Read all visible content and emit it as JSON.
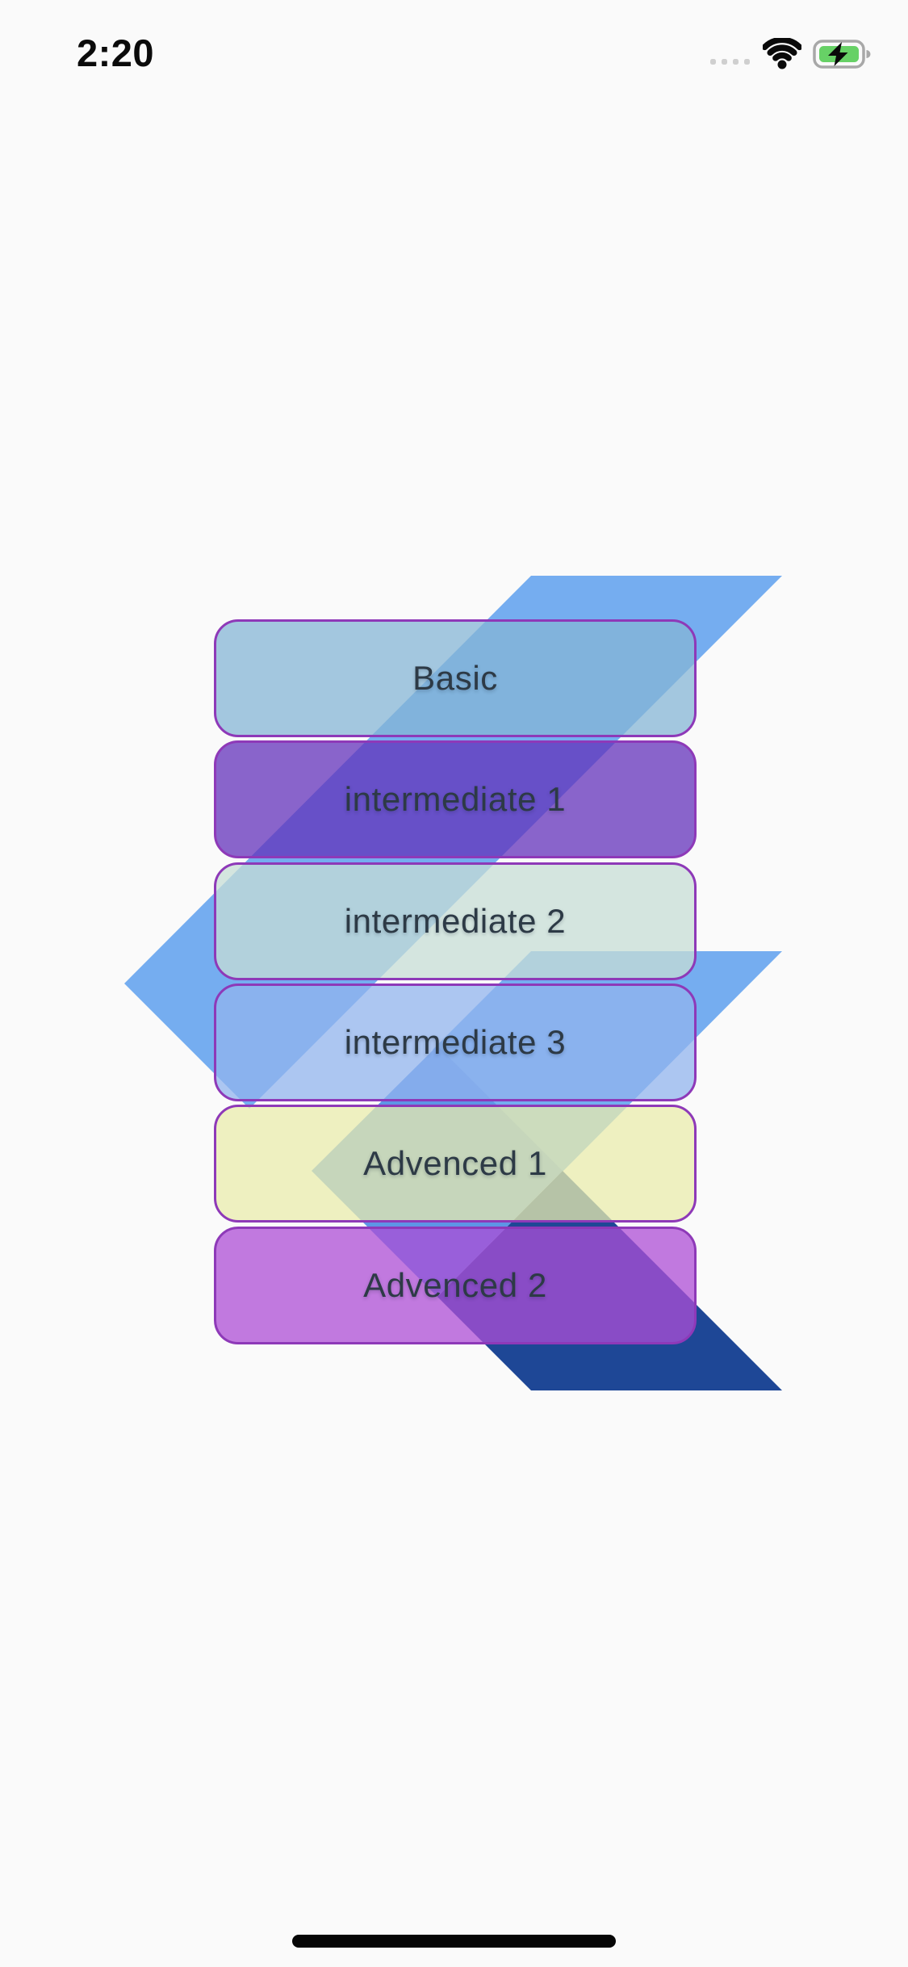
{
  "status_bar": {
    "time": "2:20"
  },
  "colors": {
    "background": "#FAFAFA",
    "battery_fill": "#67D166",
    "battery_frame": "#A8A8A8",
    "logo_beam": "#75ADF0",
    "logo_overlap": "#5E95E6",
    "logo_dark": "#1E4796",
    "button_border": "#8E39B8",
    "button_text": "#2D3A46"
  },
  "buttons": [
    {
      "label": "Basic",
      "fill": "rgba(133,181,214,0.75)"
    },
    {
      "label": "intermediate 1",
      "fill": "rgba(99,50,187,0.75)"
    },
    {
      "label": "intermediate 2",
      "fill": "rgba(199,221,213,0.75)"
    },
    {
      "label": "intermediate 3",
      "fill": "rgba(145,180,238,0.75)"
    },
    {
      "label": "Advenced 1",
      "fill": "rgba(233,236,172,0.75)"
    },
    {
      "label": "Advenced 2",
      "fill": "rgba(174,78,213,0.75)"
    }
  ]
}
